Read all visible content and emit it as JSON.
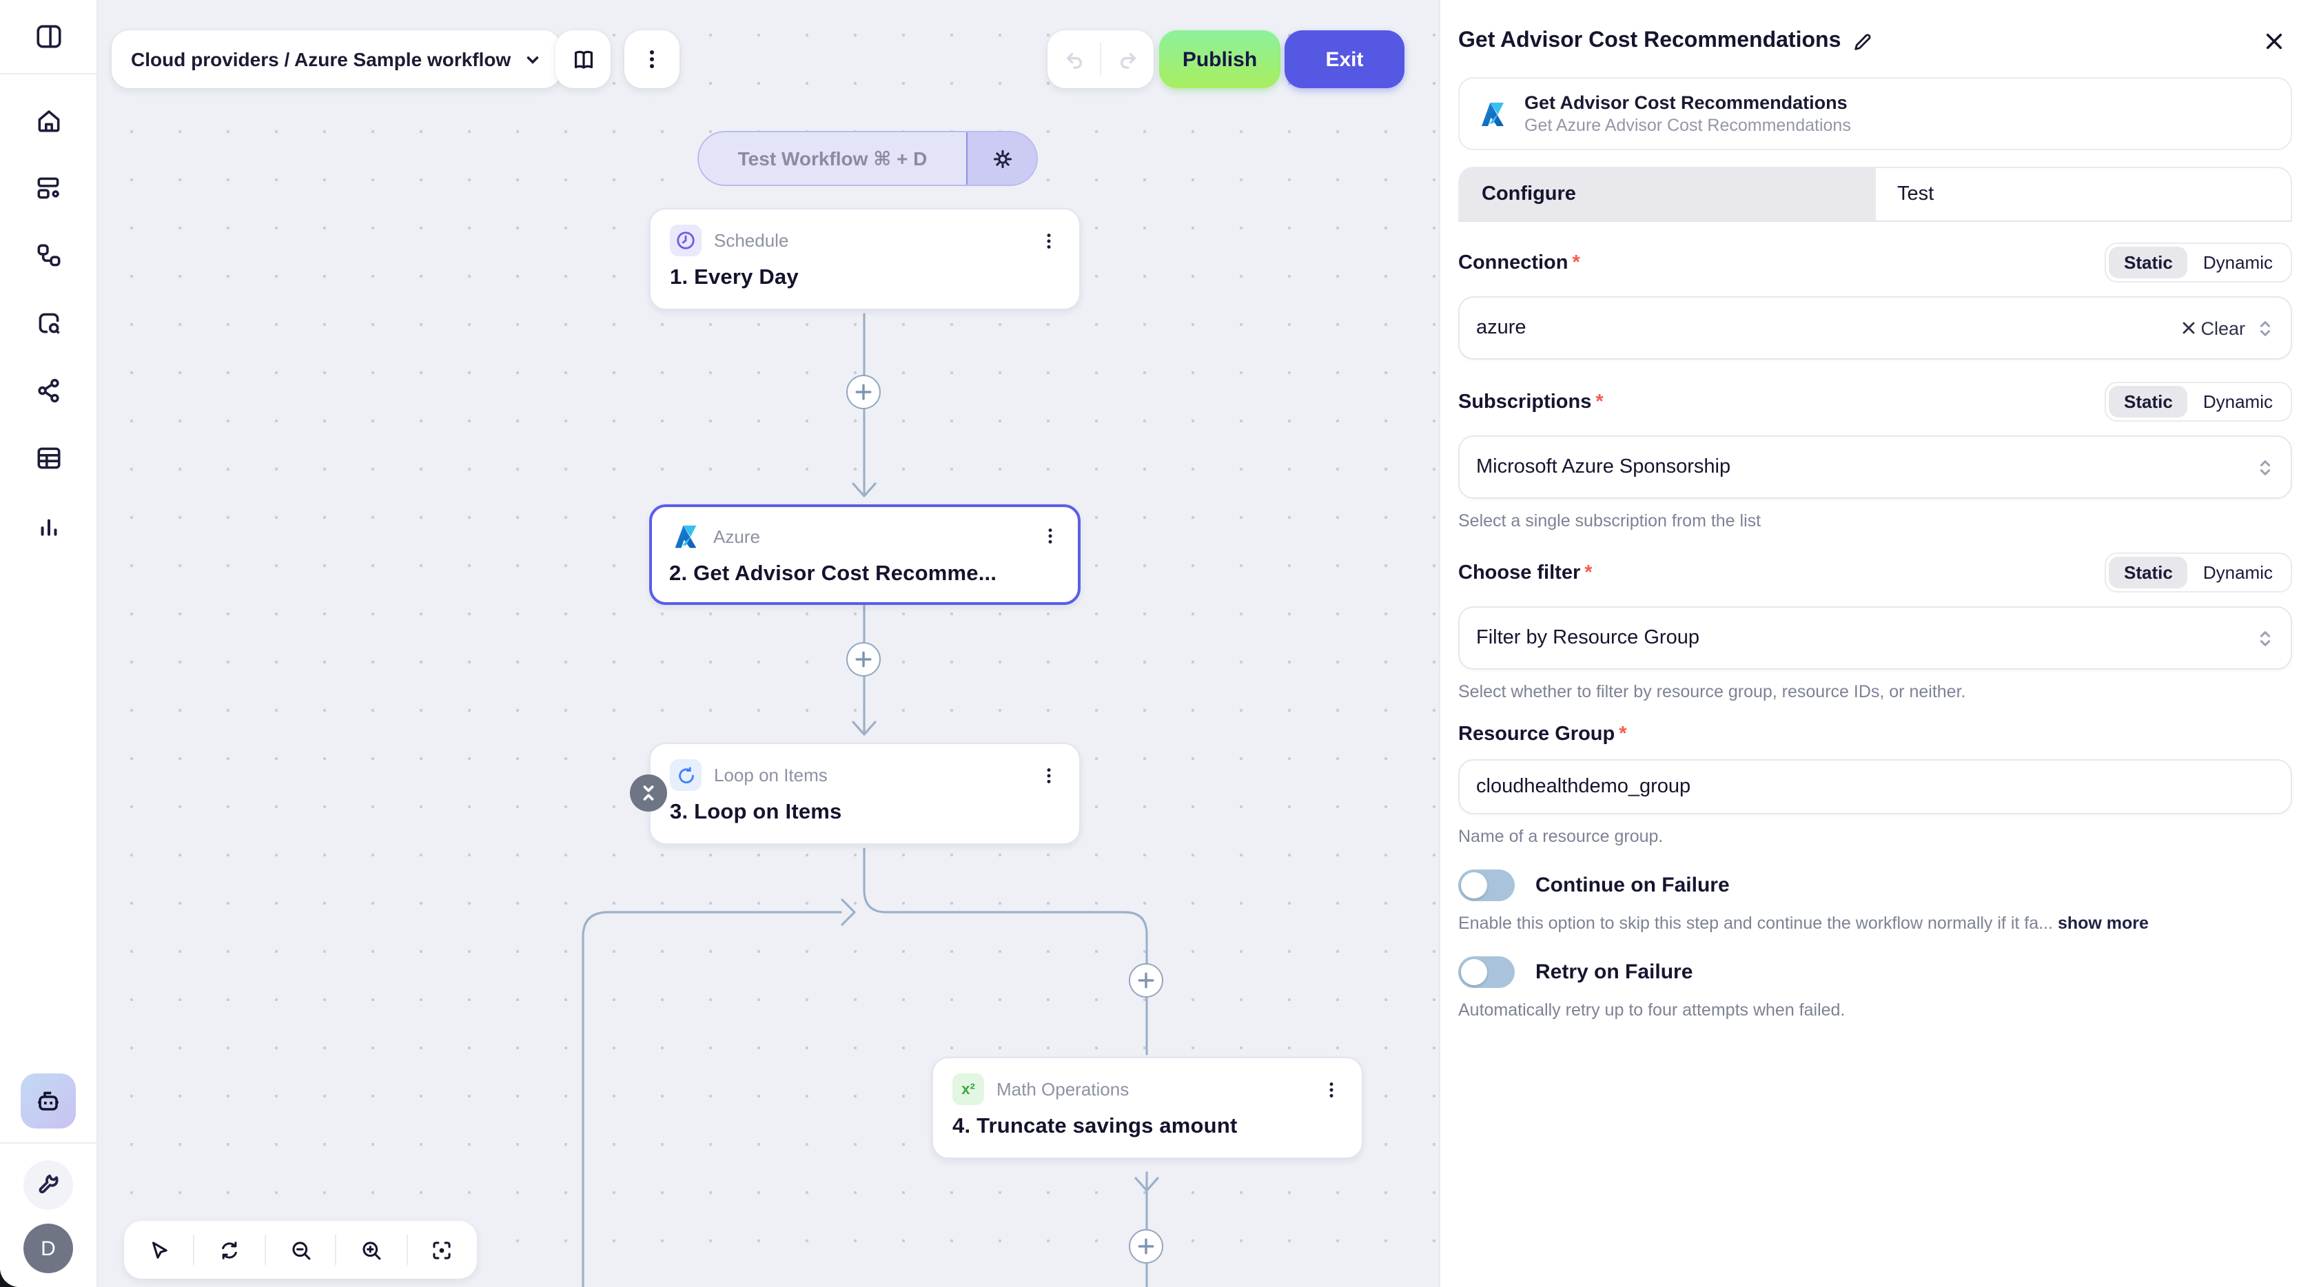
{
  "topbar": {
    "breadcrumb": "Cloud providers / Azure Sample workflow",
    "publish_label": "Publish",
    "exit_label": "Exit"
  },
  "sidebar": {
    "avatar_initial": "D"
  },
  "canvas": {
    "test_workflow_label": "Test Workflow ⌘ + D",
    "math_icon_label": "x²",
    "nodes": [
      {
        "app": "Schedule",
        "title": "1. Every Day"
      },
      {
        "app": "Azure",
        "title": "2. Get Advisor Cost Recomme..."
      },
      {
        "app": "Loop on Items",
        "title": "3. Loop on Items"
      },
      {
        "app": "Math Operations",
        "title": "4. Truncate savings amount"
      }
    ]
  },
  "panel": {
    "title": "Get Advisor Cost Recommendations",
    "action": {
      "name": "Get Advisor Cost Recommendations",
      "description": "Get Azure Advisor Cost Recommendations"
    },
    "tabs": {
      "configure": "Configure",
      "test": "Test"
    },
    "static_label": "Static",
    "dynamic_label": "Dynamic",
    "connection": {
      "label": "Connection",
      "value": "azure",
      "clear_label": "Clear"
    },
    "subscriptions": {
      "label": "Subscriptions",
      "value": "Microsoft Azure Sponsorship",
      "helper": "Select a single subscription from the list"
    },
    "choose_filter": {
      "label": "Choose filter",
      "value": "Filter by Resource Group",
      "helper": "Select whether to filter by resource group, resource IDs, or neither."
    },
    "resource_group": {
      "label": "Resource Group",
      "value": "cloudhealthdemo_group",
      "helper": "Name of a resource group."
    },
    "continue_on_failure": {
      "label": "Continue on Failure",
      "helper": "Enable this option to skip this step and continue the workflow normally if it fa...",
      "show_more": "show more"
    },
    "retry_on_failure": {
      "label": "Retry on Failure",
      "helper": "Automatically retry up to four attempts when failed."
    }
  },
  "colors": {
    "accent": "#5a5ee8",
    "publish_gradient_top": "#8cf19b",
    "publish_gradient_bottom": "#a8ee5f",
    "exit": "#5558e3",
    "edge": "#9db0c9",
    "toggle_off_track": "#a9c4da",
    "required_asterisk": "#f25c4e"
  }
}
